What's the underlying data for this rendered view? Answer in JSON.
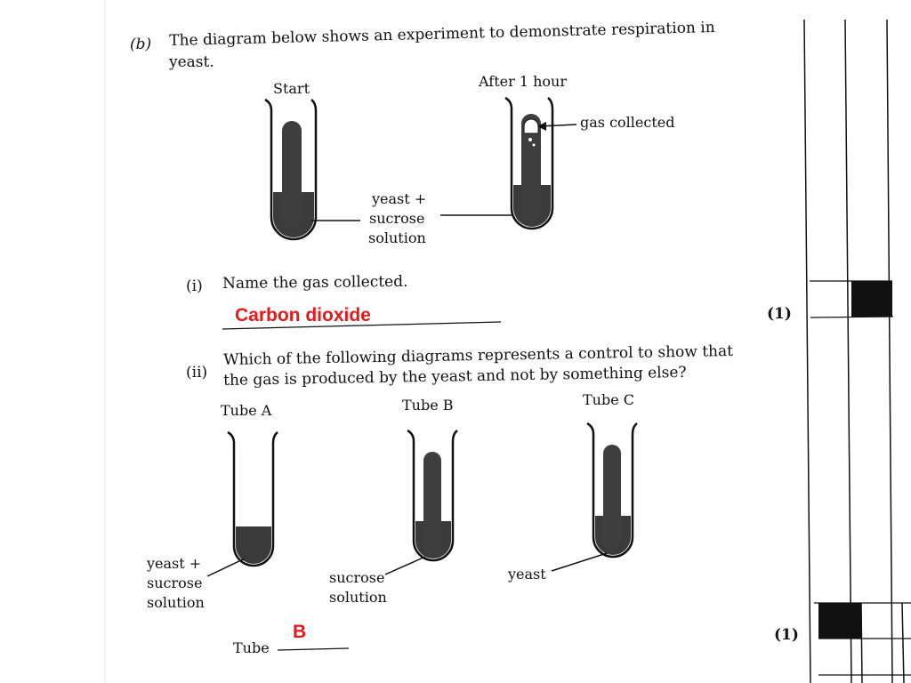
{
  "question": {
    "part": "(b)",
    "intro_line1": "The diagram below shows an experiment to demonstrate respiration in",
    "intro_line2": "yeast."
  },
  "experiment": {
    "start_label": "Start",
    "after_label": "After 1 hour",
    "gas_label": "gas collected",
    "mix_line1": "yeast +",
    "mix_line2": "sucrose",
    "mix_line3": "solution"
  },
  "part_i": {
    "number": "(i)",
    "prompt": "Name the gas collected.",
    "answer": "Carbon dioxide",
    "marks": "(1)"
  },
  "part_ii": {
    "number": "(ii)",
    "prompt_line1": "Which of the following diagrams represents a control to show that",
    "prompt_line2": "the gas is produced by the yeast and not by something else?",
    "tubes": [
      {
        "label": "Tube A",
        "contents_line1": "yeast +",
        "contents_line2": "sucrose",
        "contents_line3": "solution"
      },
      {
        "label": "Tube B",
        "contents_line1": "sucrose",
        "contents_line2": "solution"
      },
      {
        "label": "Tube C",
        "contents_line1": "yeast"
      }
    ],
    "answer_prefix": "Tube",
    "answer": "B",
    "marks": "(1)"
  }
}
